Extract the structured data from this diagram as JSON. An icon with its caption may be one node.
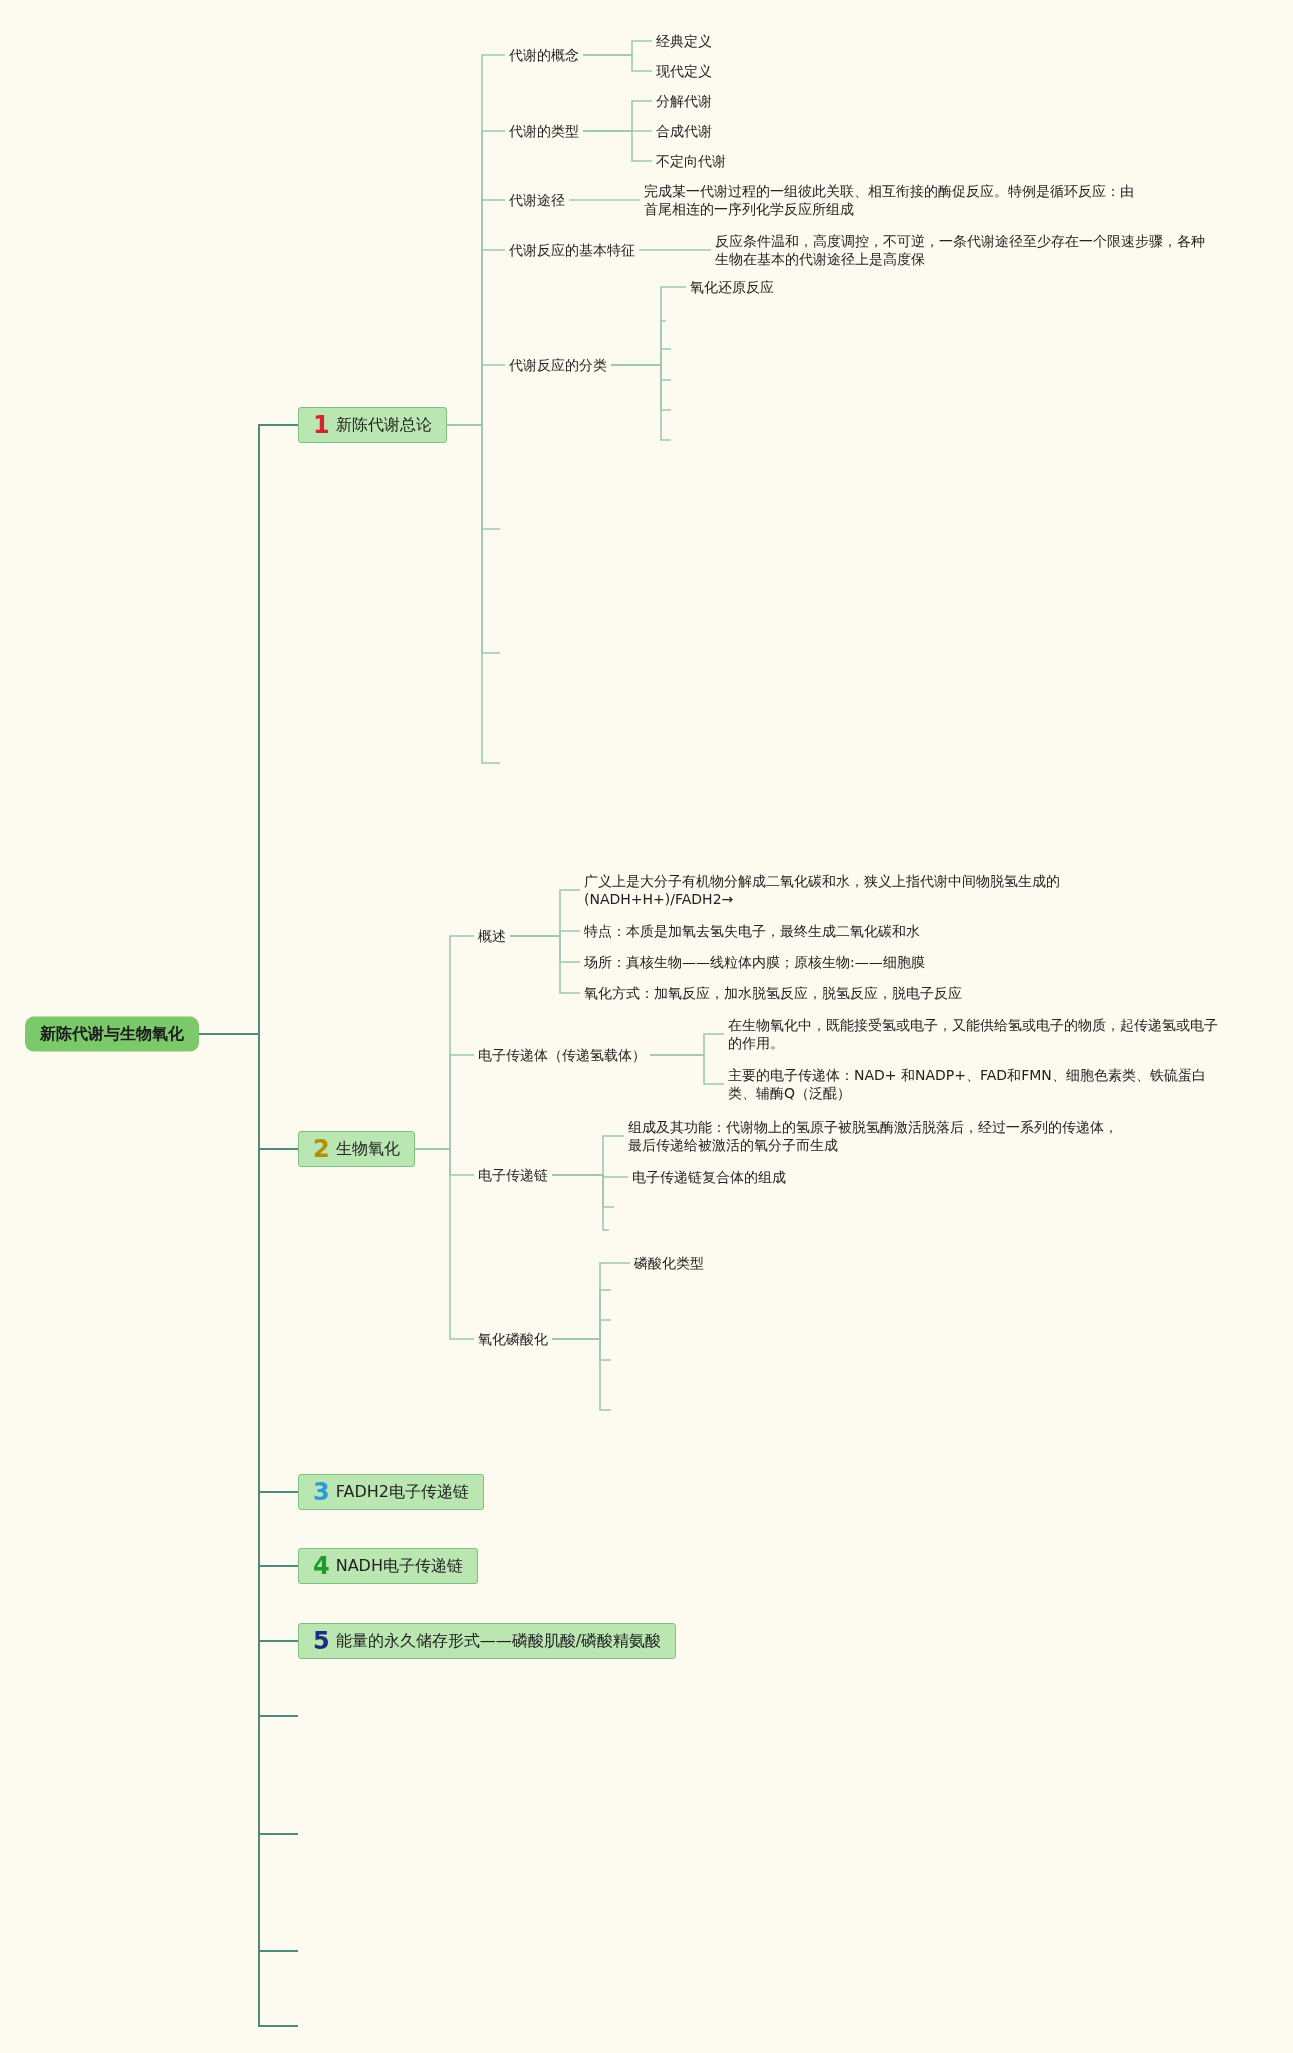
{
  "diagram": {
    "nodes": [
      {
        "text": [
          "新陈代谢与生物氧化"
        ]
      },
      {
        "text": [
          "1",
          "新陈代谢总论"
        ]
      },
      {
        "text": [
          "代谢的概念"
        ]
      },
      {
        "text": [
          "经典定义"
        ]
      },
      {
        "text": [
          "现代定义"
        ]
      },
      {
        "text": [
          "代谢的类型"
        ]
      },
      {
        "text": [
          "分解代谢"
        ]
      },
      {
        "text": [
          "合成代谢"
        ]
      },
      {
        "text": [
          "不定向代谢"
        ]
      },
      {
        "text": [
          "代谢途径"
        ]
      },
      {
        "text": [
          "完成某一代谢过程的一组彼此关联、相互衔接的酶促反应。特例是循环反应：由首尾相连的一序列化学反应所组成"
        ]
      },
      {
        "text": [
          "代谢反应的基本特征"
        ]
      },
      {
        "text": [
          "反应条件温和，高度调控，不可逆，一条代谢途径至少存在一个限速步骤，各种生物在基本的代谢途径上是高度保"
        ]
      },
      {
        "text": [
          "代谢反应的分类"
        ]
      },
      {
        "text": [
          "氧化还原反应"
        ]
      },
      {
        "text": [
          "2",
          "生物氧化"
        ]
      },
      {
        "text": [
          "概述"
        ]
      },
      {
        "text": [
          "广义上是大分子有机物分解成二氧化碳和水，狭义上指代谢中间物脱氢生成的 (NADH+H+)/FADH2→"
        ]
      },
      {
        "text": [
          "特点：本质是加氧去氢失电子，最终生成二氧化碳和水"
        ]
      },
      {
        "text": [
          "场所：真核生物——线粒体内膜；原核生物:——细胞膜"
        ]
      },
      {
        "text": [
          "氧化方式：加氧反应，加水脱氢反应，脱氢反应，脱电子反应"
        ]
      },
      {
        "text": [
          "电子传递体（传递氢载体）"
        ]
      },
      {
        "text": [
          "在生物氧化中，既能接受氢或电子，又能供给氢或电子的物质，起传递氢或电子的作用。"
        ]
      },
      {
        "text": [
          "主要的电子传递体：NAD+ 和NADP+、FAD和FMN、细胞色素类、铁硫蛋白类、辅酶Q（泛醌）"
        ]
      },
      {
        "text": [
          "电子传递链"
        ]
      },
      {
        "text": [
          "组成及其功能：代谢物上的氢原子被脱氢酶激活脱落后，经过一系列的传递体，最后传递给被激活的氧分子而生成"
        ]
      },
      {
        "text": [
          "电子传递链复合体的组成"
        ]
      },
      {
        "text": [
          "氧化磷酸化"
        ]
      },
      {
        "text": [
          "磷酸化类型"
        ]
      },
      {
        "text": [
          "3",
          "FADH2电子传递链"
        ]
      },
      {
        "text": [
          "4",
          "NADH电子传递链"
        ]
      },
      {
        "text": [
          "5",
          "能量的永久储存形式——磷酸肌酸/磷酸精氨酸"
        ]
      }
    ],
    "edges": [
      {
        "from": 0,
        "to": 1,
        "arrow": "none"
      },
      {
        "from": 0,
        "to": 15,
        "arrow": "none"
      },
      {
        "from": 0,
        "to": 29,
        "arrow": "none"
      },
      {
        "from": 0,
        "to": 30,
        "arrow": "none"
      },
      {
        "from": 0,
        "to": 31,
        "arrow": "none"
      },
      {
        "from": 0,
        "to": null,
        "arrow": "none"
      },
      {
        "from": 0,
        "to": null,
        "arrow": "none"
      },
      {
        "from": 0,
        "to": null,
        "arrow": "none"
      },
      {
        "from": 0,
        "to": null,
        "arrow": "none"
      },
      {
        "from": 1,
        "to": 2,
        "arrow": "none"
      },
      {
        "from": 2,
        "to": 3,
        "arrow": "none"
      },
      {
        "from": 2,
        "to": 4,
        "arrow": "none"
      },
      {
        "from": 1,
        "to": 5,
        "arrow": "none"
      },
      {
        "from": 5,
        "to": 6,
        "arrow": "none"
      },
      {
        "from": 5,
        "to": 7,
        "arrow": "none"
      },
      {
        "from": 5,
        "to": 8,
        "arrow": "none"
      },
      {
        "from": 1,
        "to": 9,
        "arrow": "none"
      },
      {
        "from": 9,
        "to": 10,
        "arrow": "none"
      },
      {
        "from": 1,
        "to": 11,
        "arrow": "none"
      },
      {
        "from": 11,
        "to": 12,
        "arrow": "none"
      },
      {
        "from": 1,
        "to": 13,
        "arrow": "none"
      },
      {
        "from": 13,
        "to": 14,
        "arrow": "none"
      },
      {
        "from": 13,
        "to": null,
        "arrow": "none"
      },
      {
        "from": 13,
        "to": null,
        "arrow": "none"
      },
      {
        "from": 13,
        "to": null,
        "arrow": "none"
      },
      {
        "from": 13,
        "to": null,
        "arrow": "none"
      },
      {
        "from": 13,
        "to": null,
        "arrow": "none"
      },
      {
        "from": 1,
        "to": null,
        "arrow": "none"
      },
      {
        "from": 1,
        "to": null,
        "arrow": "none"
      },
      {
        "from": 1,
        "to": null,
        "arrow": "none"
      },
      {
        "from": 15,
        "to": 16,
        "arrow": "none"
      },
      {
        "from": 16,
        "to": 17,
        "arrow": "none"
      },
      {
        "from": 16,
        "to": 18,
        "arrow": "none"
      },
      {
        "from": 16,
        "to": 19,
        "arrow": "none"
      },
      {
        "from": 16,
        "to": 20,
        "arrow": "none"
      },
      {
        "from": 15,
        "to": 21,
        "arrow": "none"
      },
      {
        "from": 21,
        "to": 22,
        "arrow": "none"
      },
      {
        "from": 21,
        "to": 23,
        "arrow": "none"
      },
      {
        "from": 15,
        "to": 24,
        "arrow": "none"
      },
      {
        "from": 24,
        "to": 25,
        "arrow": "none"
      },
      {
        "from": 24,
        "to": 26,
        "arrow": "none"
      },
      {
        "from": 24,
        "to": null,
        "arrow": "none"
      },
      {
        "from": 24,
        "to": null,
        "arrow": "none"
      },
      {
        "from": 15,
        "to": 27,
        "arrow": "none"
      },
      {
        "from": 27,
        "to": 28,
        "arrow": "none"
      },
      {
        "from": 27,
        "to": null,
        "arrow": "none"
      },
      {
        "from": 27,
        "to": null,
        "arrow": "none"
      },
      {
        "from": 27,
        "to": null,
        "arrow": "none"
      },
      {
        "from": 27,
        "to": null,
        "arrow": "none"
      }
    ]
  }
}
